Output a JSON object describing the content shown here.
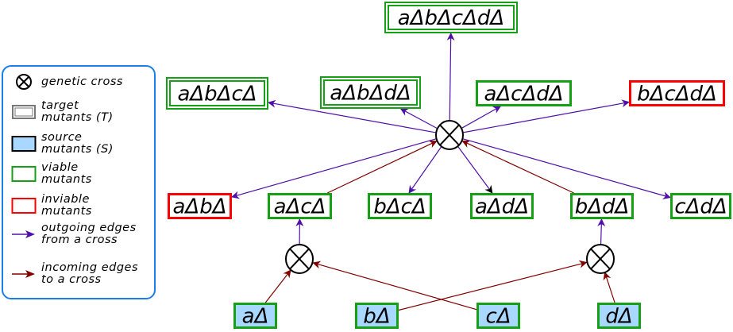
{
  "legend": {
    "items": [
      {
        "kind": "cross",
        "line1": "genetic cross",
        "line2": ""
      },
      {
        "kind": "target",
        "line1": "target",
        "line2": "mutants (T)"
      },
      {
        "kind": "source",
        "line1": "source",
        "line2": "mutants (S)"
      },
      {
        "kind": "viable",
        "line1": "viable",
        "line2": "mutants"
      },
      {
        "kind": "inviable",
        "line1": "inviable",
        "line2": "mutants"
      },
      {
        "kind": "outgoing",
        "line1": "outgoing edges",
        "line2": "from a cross"
      },
      {
        "kind": "incoming",
        "line1": "incoming edges",
        "line2": "to a cross"
      }
    ]
  },
  "colors": {
    "viable": "#16a016",
    "inviable": "#ff0000",
    "source_fill": "#a8d8ff",
    "outgoing": "#5010a8",
    "incoming": "#800000",
    "legend_border": "#1a7fe8"
  },
  "nodes": [
    {
      "id": "abcd",
      "label": "aΔbΔcΔdΔ",
      "type": "target"
    },
    {
      "id": "abc",
      "label": "aΔbΔcΔ",
      "type": "target"
    },
    {
      "id": "abd",
      "label": "aΔbΔdΔ",
      "type": "target"
    },
    {
      "id": "acd",
      "label": "aΔcΔdΔ",
      "type": "viable"
    },
    {
      "id": "bcd",
      "label": "bΔcΔdΔ",
      "type": "inviable"
    },
    {
      "id": "ab",
      "label": "aΔbΔ",
      "type": "inviable"
    },
    {
      "id": "ac",
      "label": "aΔcΔ",
      "type": "viable"
    },
    {
      "id": "bc",
      "label": "bΔcΔ",
      "type": "viable"
    },
    {
      "id": "ad",
      "label": "aΔdΔ",
      "type": "viable"
    },
    {
      "id": "bd",
      "label": "bΔdΔ",
      "type": "viable"
    },
    {
      "id": "cd",
      "label": "cΔdΔ",
      "type": "viable"
    },
    {
      "id": "a",
      "label": "aΔ",
      "type": "source"
    },
    {
      "id": "b",
      "label": "bΔ",
      "type": "source"
    },
    {
      "id": "c",
      "label": "cΔ",
      "type": "source"
    },
    {
      "id": "d",
      "label": "dΔ",
      "type": "source"
    }
  ],
  "crosses": [
    "X1",
    "X2",
    "X3"
  ],
  "edges": [
    {
      "from": "a",
      "to": "X1",
      "kind": "incoming"
    },
    {
      "from": "c",
      "to": "X1",
      "kind": "incoming"
    },
    {
      "from": "X1",
      "to": "ac",
      "kind": "outgoing"
    },
    {
      "from": "b",
      "to": "X2",
      "kind": "incoming"
    },
    {
      "from": "d",
      "to": "X2",
      "kind": "incoming"
    },
    {
      "from": "X2",
      "to": "bd",
      "kind": "outgoing"
    },
    {
      "from": "ac",
      "to": "X3",
      "kind": "incoming"
    },
    {
      "from": "bd",
      "to": "X3",
      "kind": "incoming"
    },
    {
      "from": "X3",
      "to": "abcd",
      "kind": "outgoing"
    },
    {
      "from": "X3",
      "to": "abc",
      "kind": "outgoing"
    },
    {
      "from": "X3",
      "to": "abd",
      "kind": "outgoing"
    },
    {
      "from": "X3",
      "to": "acd",
      "kind": "outgoing"
    },
    {
      "from": "X3",
      "to": "bcd",
      "kind": "outgoing"
    },
    {
      "from": "X3",
      "to": "ab",
      "kind": "outgoing"
    },
    {
      "from": "X3",
      "to": "bc",
      "kind": "outgoing"
    },
    {
      "from": "X3",
      "to": "ad",
      "kind": "outgoing-black"
    },
    {
      "from": "X3",
      "to": "cd",
      "kind": "outgoing"
    }
  ]
}
